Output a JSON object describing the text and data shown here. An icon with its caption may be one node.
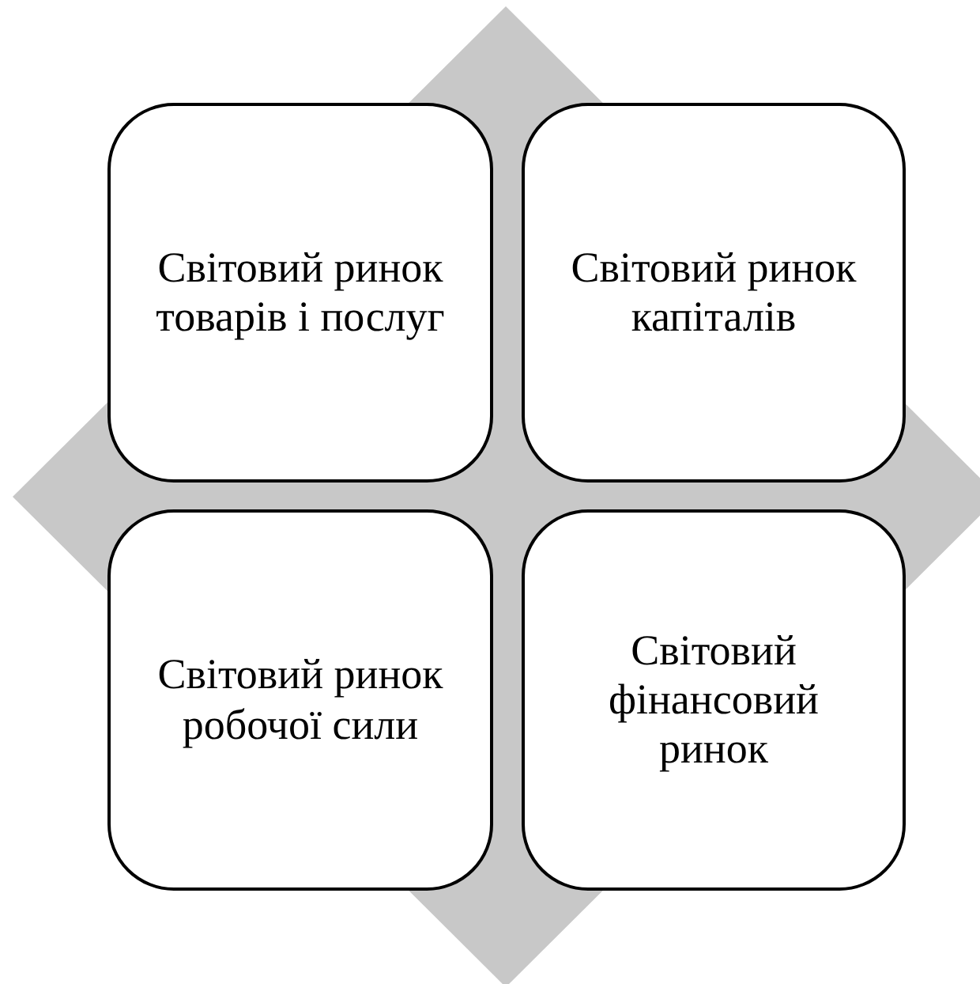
{
  "diagram": {
    "nodes": [
      {
        "text": [
          "Світовий ринок товарів і послуг"
        ]
      },
      {
        "text": [
          "Світовий ринок капіталів"
        ]
      },
      {
        "text": [
          "Світовий ринок робочої сили"
        ]
      },
      {
        "text": [
          "Світовий фінансовий ринок"
        ]
      }
    ]
  }
}
